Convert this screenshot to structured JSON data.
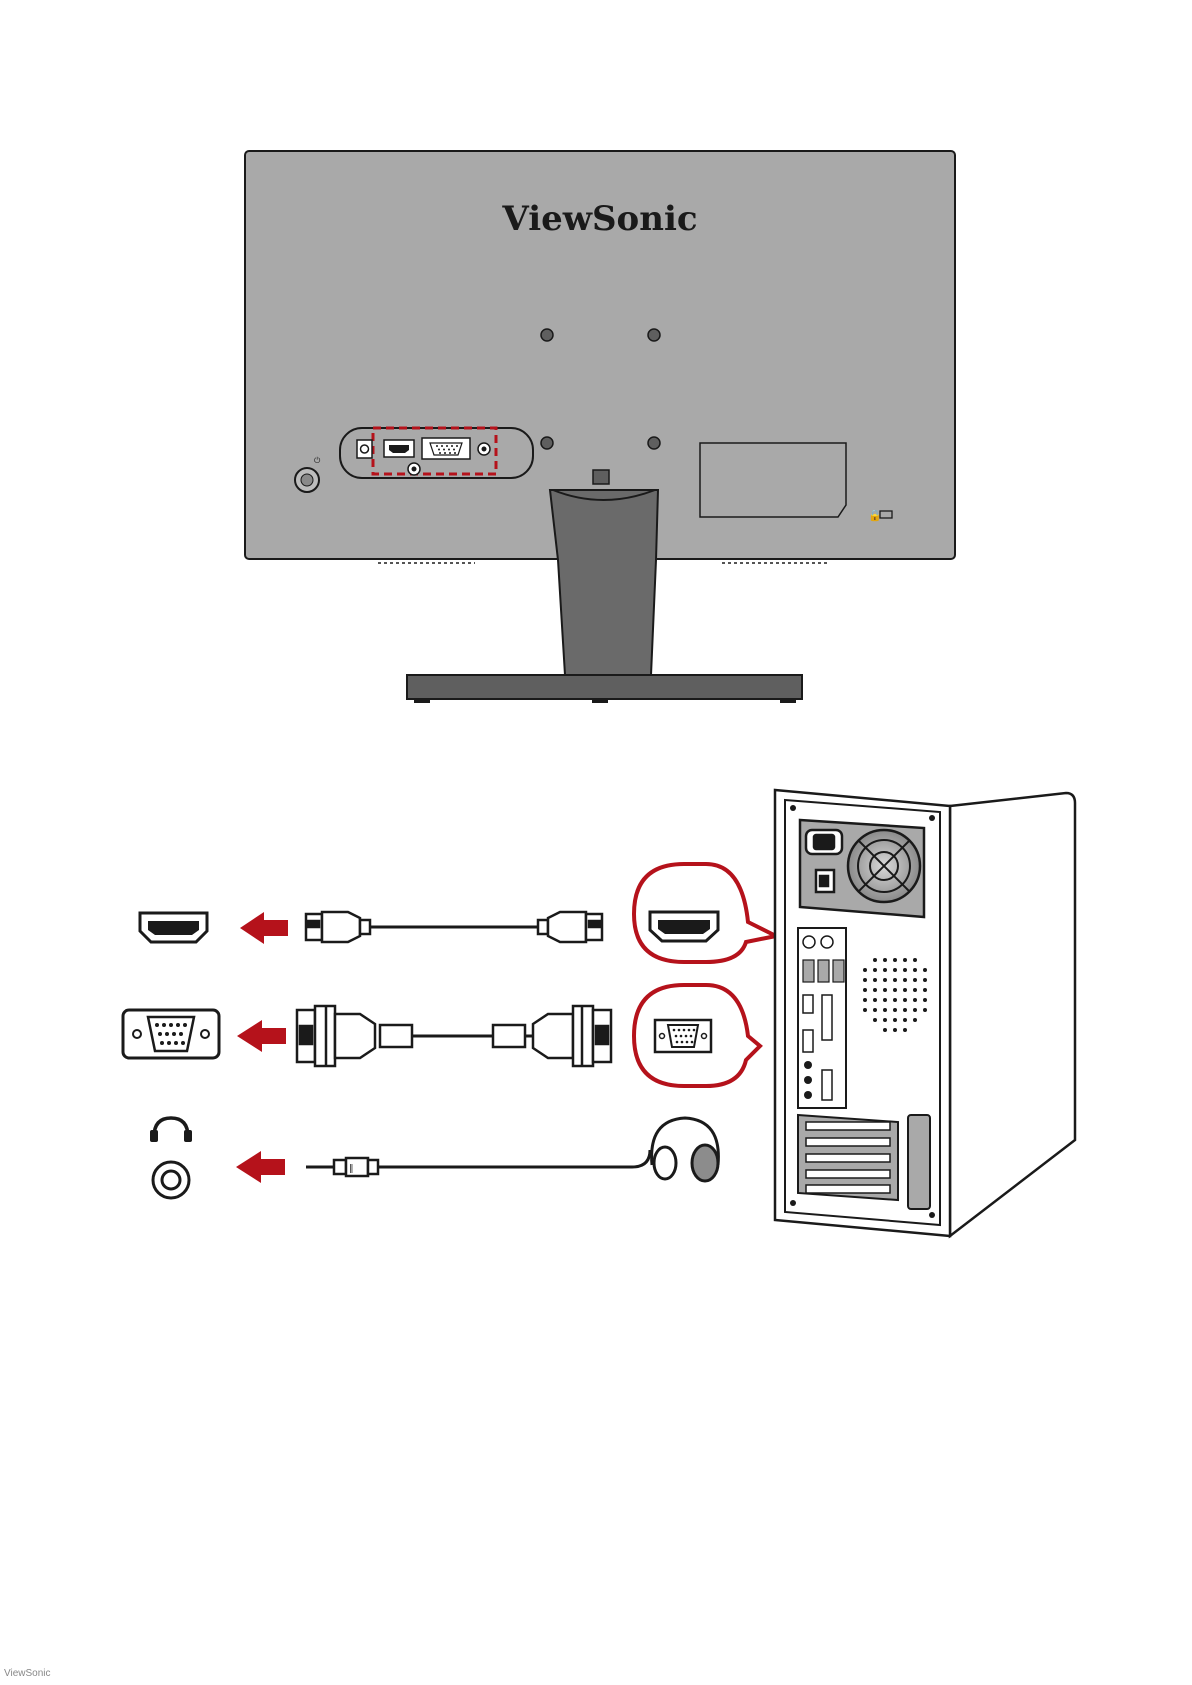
{
  "brand": {
    "logo_text": "ViewSonic"
  },
  "colors": {
    "panel_gray": "#a9a9a9",
    "dark_gray": "#5f5f5f",
    "outline": "#1a1a1a",
    "accent_red": "#b5121b",
    "white": "#ffffff"
  },
  "diagram": {
    "monitor_ports": [
      "dc-in-port",
      "hdmi-port",
      "vga-port",
      "audio-out-port"
    ],
    "connections": [
      {
        "name": "hdmi",
        "monitor_port_icon": "hdmi-port-icon",
        "cable_icon": "hdmi-cable-icon",
        "source_port_icon": "hdmi-port-icon"
      },
      {
        "name": "vga",
        "monitor_port_icon": "vga-port-icon",
        "cable_icon": "vga-cable-icon",
        "source_port_icon": "vga-port-icon"
      },
      {
        "name": "audio",
        "monitor_port_icon": "audio-jack-icon",
        "cable_icon": "audio-cable-icon",
        "device_icon": "headphones-icon"
      }
    ],
    "footer_note": "ViewSonic"
  }
}
